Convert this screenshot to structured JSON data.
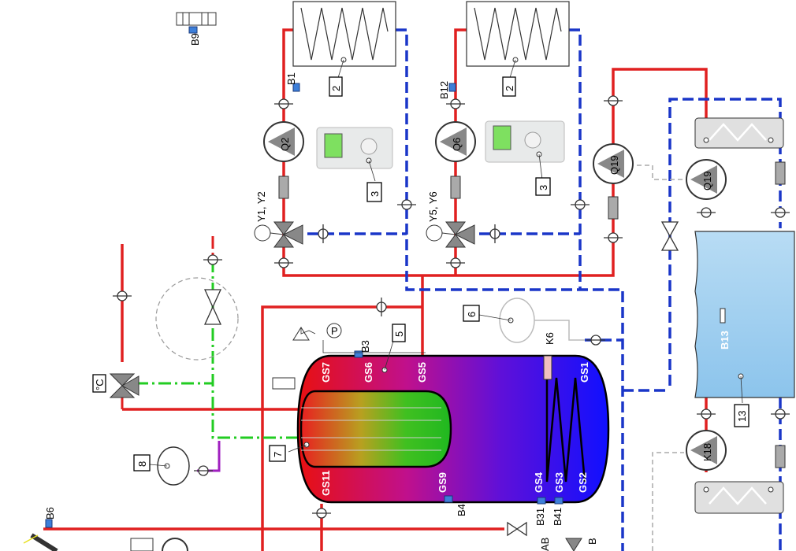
{
  "labels": {
    "b9": "B9",
    "b1": "B1",
    "b12": "B12",
    "b6": "B6",
    "b3": "B3",
    "b4": "B4",
    "b31": "B31",
    "b41": "B41",
    "b13": "B13",
    "k6": "K6",
    "p": "P",
    "q2": "Q2",
    "q6": "Q6",
    "q19a": "Q19",
    "q19b": "Q19",
    "k18": "K18",
    "y1y2": "Y1, Y2",
    "y5y6": "Y5, Y6",
    "deg_c": "°C",
    "gs7": "GS7",
    "gs6": "GS6",
    "gs5": "GS5",
    "gs1": "GS1",
    "gs11": "GS11",
    "gs9": "GS9",
    "gs4": "GS4",
    "gs3": "GS3",
    "gs2": "GS2",
    "ab": "AB",
    "b": "B"
  },
  "callouts": {
    "n2a": "2",
    "n2b": "2",
    "n3a": "3",
    "n3b": "3",
    "n5": "5",
    "n6": "6",
    "n7": "7",
    "n8": "8",
    "n13": "13"
  },
  "colors": {
    "supply": "#e02020",
    "return": "#1a36c8",
    "solar": "#22cc22",
    "purple": "#a020c0",
    "tank_water": "#a8d4f0"
  }
}
